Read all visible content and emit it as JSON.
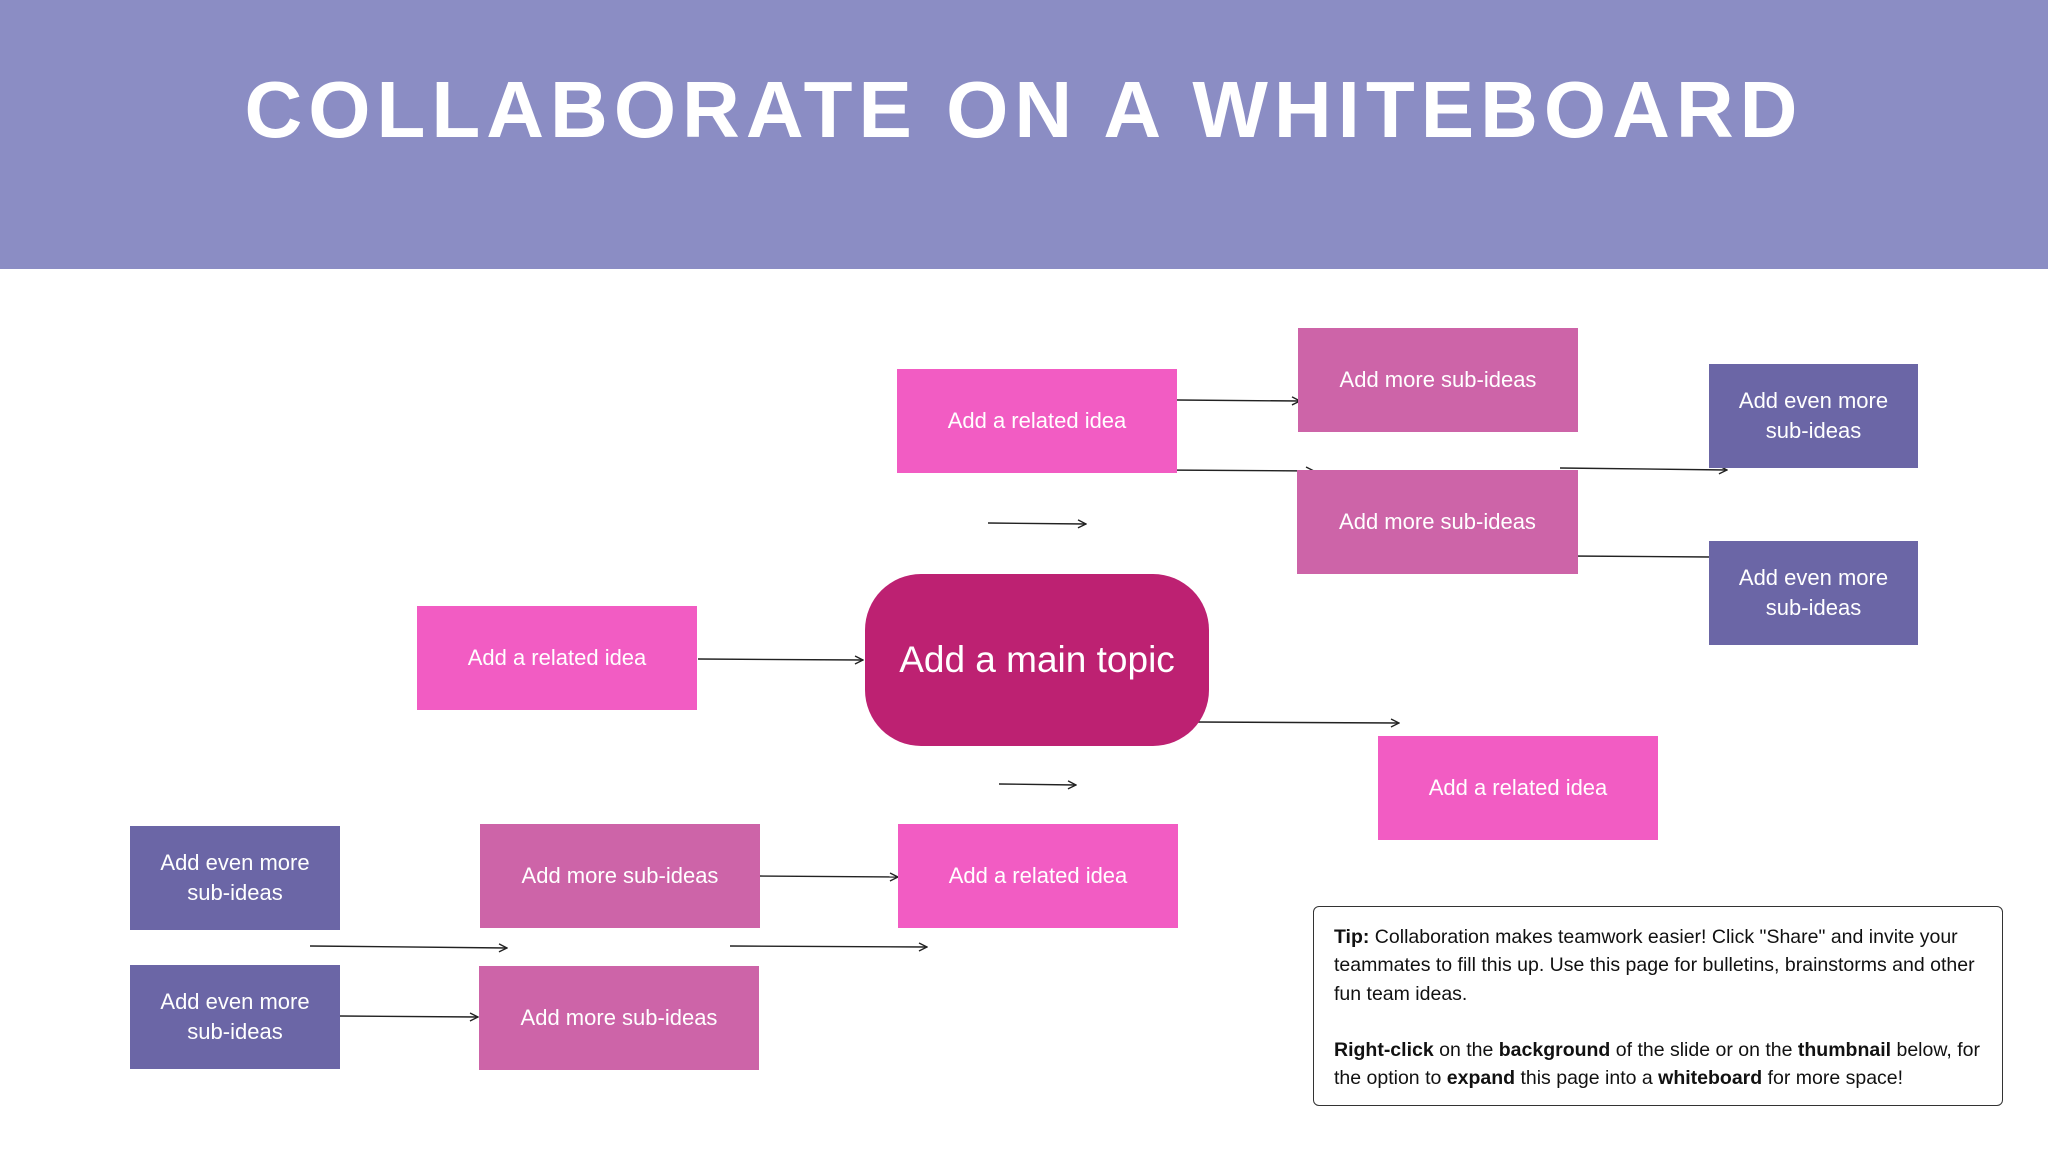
{
  "title": "COLLABORATE ON A WHITEBOARD",
  "colors": {
    "header": "#8b8dc4",
    "main_topic": "#bd2172",
    "related_idea": "#f25cc3",
    "sub_idea": "#cd64a8",
    "even_more": "#6b66a6"
  },
  "main_topic": "Add a main topic",
  "related_ideas": [
    "Add a related idea",
    "Add a related idea",
    "Add a related idea",
    "Add a related idea"
  ],
  "sub_ideas": [
    "Add more sub-ideas",
    "Add more sub-ideas",
    "Add more sub-ideas",
    "Add more sub-ideas"
  ],
  "even_more": [
    "Add even more sub-ideas",
    "Add even more sub-ideas",
    "Add even more sub-ideas",
    "Add even more sub-ideas"
  ],
  "tip": {
    "label": "Tip:",
    "text1": " Collaboration makes teamwork easier! Click \"Share\" and invite your teammates to fill this up. Use this page for bulletins, brainstorms and other fun team ideas.",
    "right_click": "Right-click",
    "t2": " on the ",
    "background": "background",
    "t3": " of the slide or on the ",
    "thumbnail": "thumbnail",
    "t4": " below, for the option to ",
    "expand": "expand",
    "t5": " this page into a ",
    "whiteboard": "whiteboard",
    "t6": " for more space!"
  }
}
